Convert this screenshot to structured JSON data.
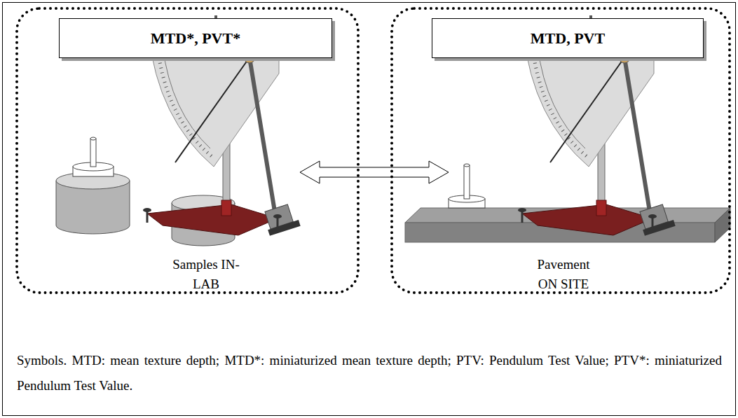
{
  "diagram": {
    "caption": "Symbols. MTD: mean texture depth; MTD*: miniaturized mean texture depth; PTV: Pendulum Test Value; PTV*: miniaturized Pendulum Test Value.",
    "nodes": [
      {
        "text": [
          "Samples IN-LAB"
        ]
      },
      {
        "text": [
          "MTD*, PVT*"
        ],
        "in": 0
      },
      {
        "text": [
          "Pavement ON SITE"
        ]
      },
      {
        "text": [
          "MTD, PVT"
        ],
        "in": 2
      }
    ],
    "edges": [
      {
        "from": 0,
        "to": 2,
        "arrow": "both"
      }
    ]
  }
}
